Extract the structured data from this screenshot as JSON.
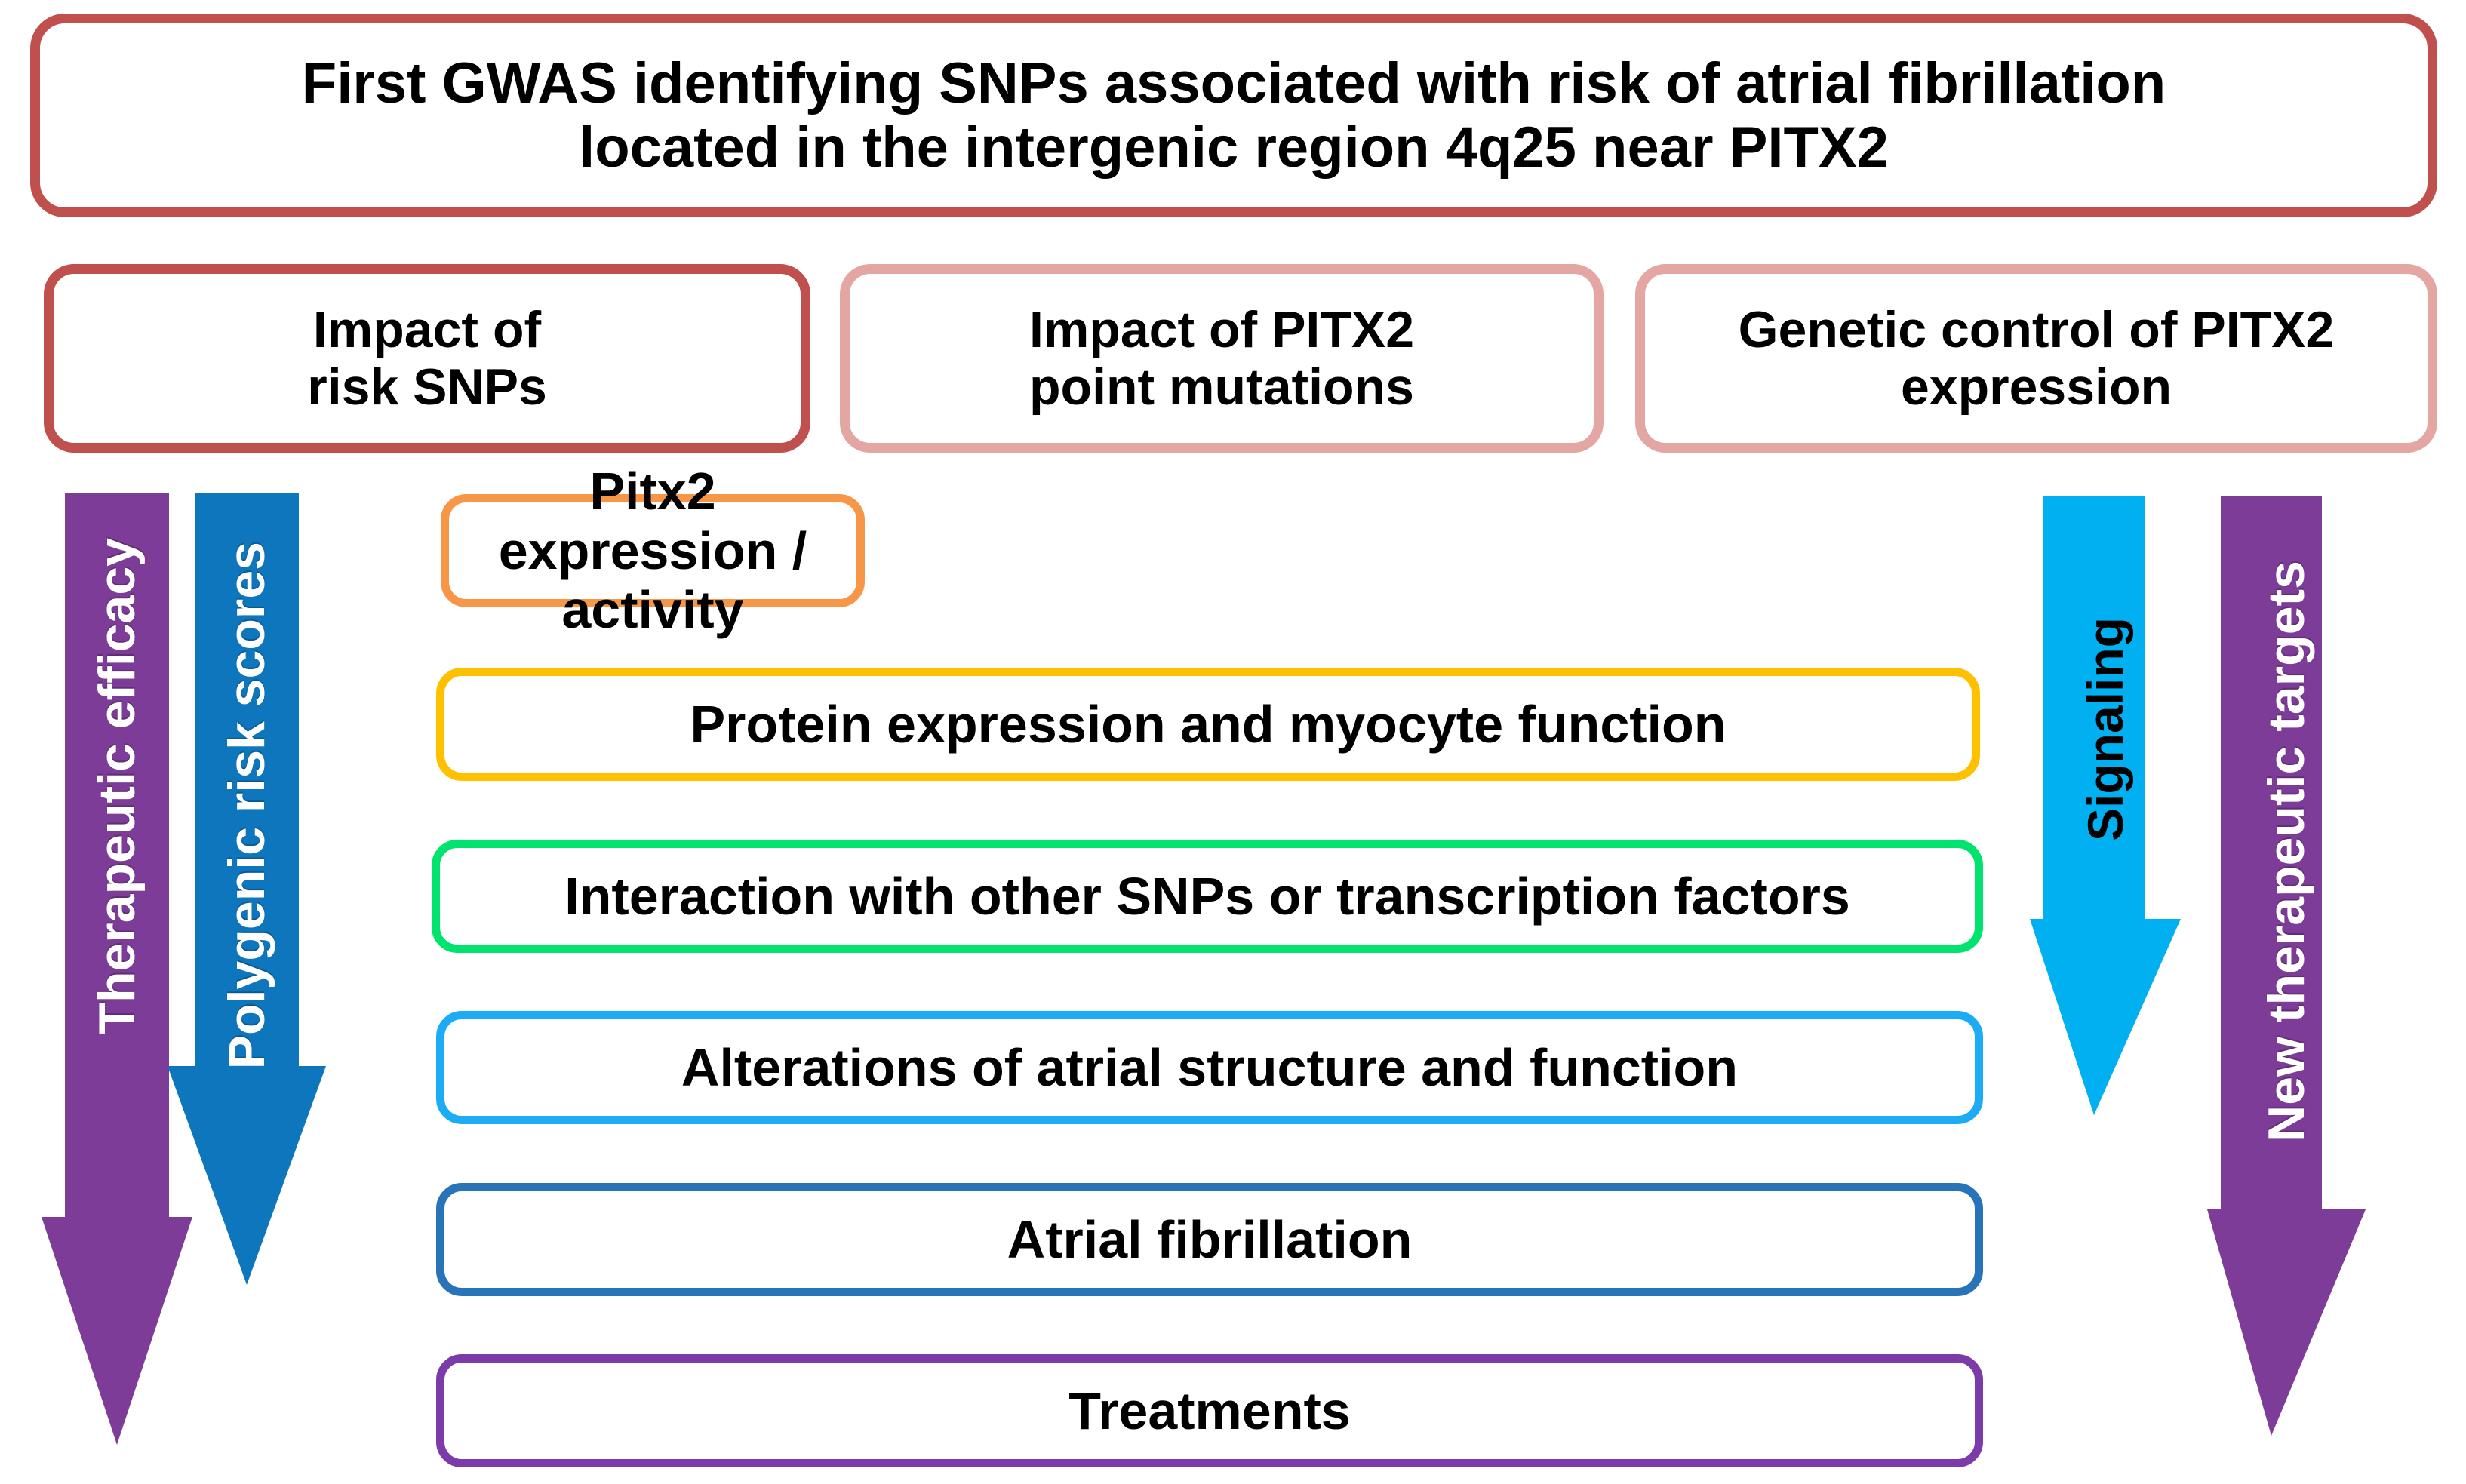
{
  "header": {
    "line1": "First GWAS identifying SNPs associated with risk of atrial fibrillation",
    "line2": "located in the intergenic region 4q25 near PITX2",
    "border_color": "#C0504D"
  },
  "categories": [
    {
      "line1": "Impact of",
      "line2": "risk SNPs",
      "border_color": "#C0504D"
    },
    {
      "line1": "Impact of PITX2",
      "line2": "point mutations",
      "border_color": "#E3A6A3"
    },
    {
      "line1": "Genetic control of PITX2",
      "line2": "expression",
      "border_color": "#E3A6A3"
    }
  ],
  "stack": [
    {
      "label": "Pitx2 expression / activity",
      "border_color": "#F79646"
    },
    {
      "label": "Protein expression and myocyte function",
      "border_color": "#FFC000"
    },
    {
      "label": "Interaction with other SNPs or transcription factors",
      "border_color": "#00E36C"
    },
    {
      "label": "Alterations of atrial structure and function",
      "border_color": "#1CACF5"
    },
    {
      "label": "Atrial fibrillation",
      "border_color": "#2874B8"
    },
    {
      "label": "Treatments",
      "border_color": "#7B3BA8"
    }
  ],
  "arrows": [
    {
      "label": "Therapeutic efficacy",
      "color": "#7D3C98",
      "text_color": "#FFFFFF",
      "direction": "down"
    },
    {
      "label": "Polygenic risk scores",
      "color": "#0E76BC",
      "text_color": "#FFFFFF",
      "direction": "down"
    },
    {
      "label": "Signaling",
      "color": "#00B0F0",
      "text_color": "#000000",
      "direction": "down"
    },
    {
      "label": "New therapeutic targets",
      "color": "#7D3C98",
      "text_color": "#FFFFFF",
      "direction": "down"
    }
  ]
}
